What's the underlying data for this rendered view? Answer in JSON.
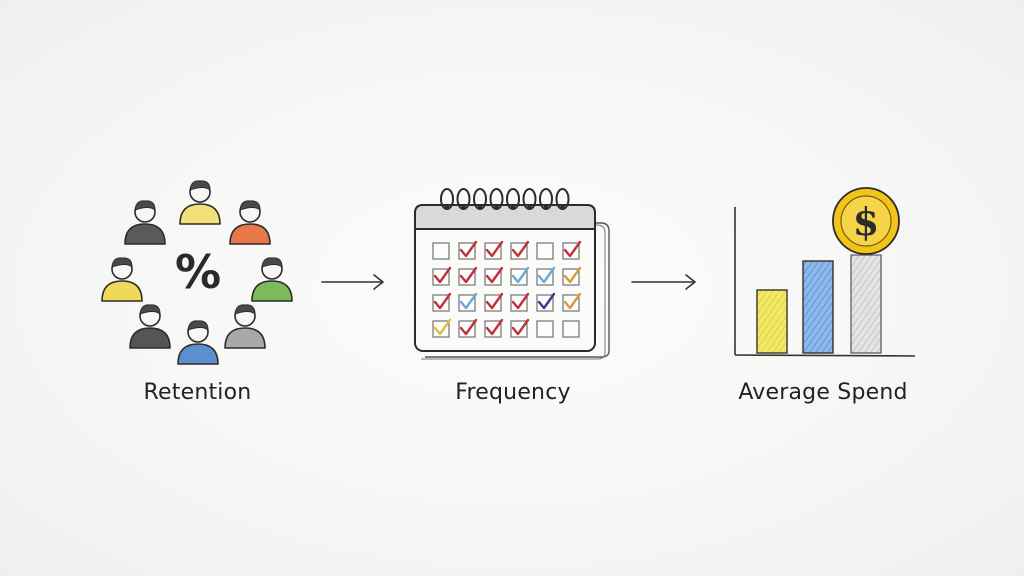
{
  "steps": [
    {
      "label": "Retention",
      "icon": "people-circle-percent-icon"
    },
    {
      "label": "Frequency",
      "icon": "calendar-checkmarks-icon"
    },
    {
      "label": "Average Spend",
      "icon": "bar-chart-coin-icon"
    }
  ],
  "retention": {
    "center_symbol": "%",
    "person_colors": [
      "#5a5a5a",
      "#f3e07a",
      "#e8784a",
      "#7dbb5a",
      "#a9a9a9",
      "#5b8fd0",
      "#555555",
      "#f0d85a"
    ]
  },
  "frequency": {
    "check_colors": [
      "#c0303a",
      "#6aa8d8",
      "#d89a3a",
      "#3a3a8a",
      "#d8c040"
    ]
  },
  "spend": {
    "coin_symbol": "$",
    "bar_colors": [
      "#f2e34e",
      "#5f9ae0",
      "#c8c8c8"
    ],
    "coin_color": "#f2c418"
  },
  "arrows": {
    "glyph": "→"
  }
}
